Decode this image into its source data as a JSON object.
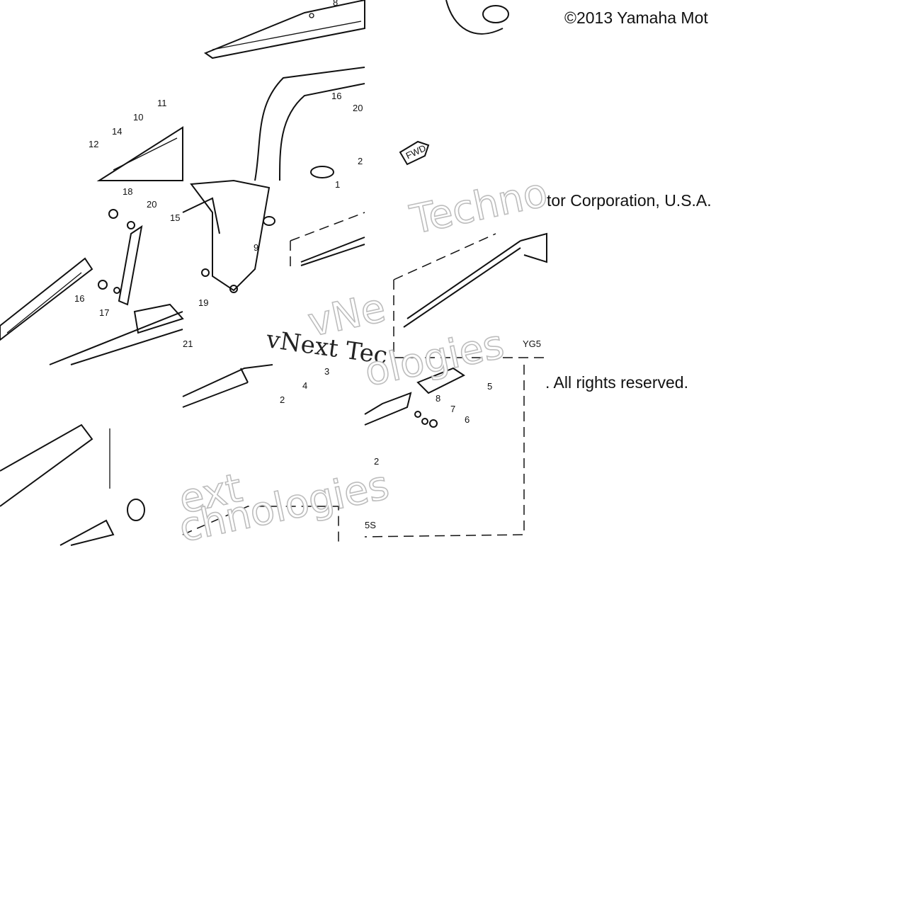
{
  "copyright": {
    "line1": "©2013 Yamaha Mot",
    "line2": "tor Corporation, U.S.A.",
    "line3": ". All rights reserved."
  },
  "watermarks": [
    "Techno",
    "vNext Tec",
    "vNe",
    "ologies",
    "ext",
    "chnologies"
  ],
  "fwd_label": "FWD",
  "codes": [
    "YG5",
    "5S"
  ],
  "callouts": [
    "8",
    "11",
    "10",
    "12",
    "14",
    "16",
    "20",
    "2",
    "1",
    "18",
    "20",
    "15",
    "9",
    "19",
    "16",
    "17",
    "21",
    "4",
    "3",
    "2",
    "5",
    "8",
    "7",
    "6",
    "2"
  ]
}
